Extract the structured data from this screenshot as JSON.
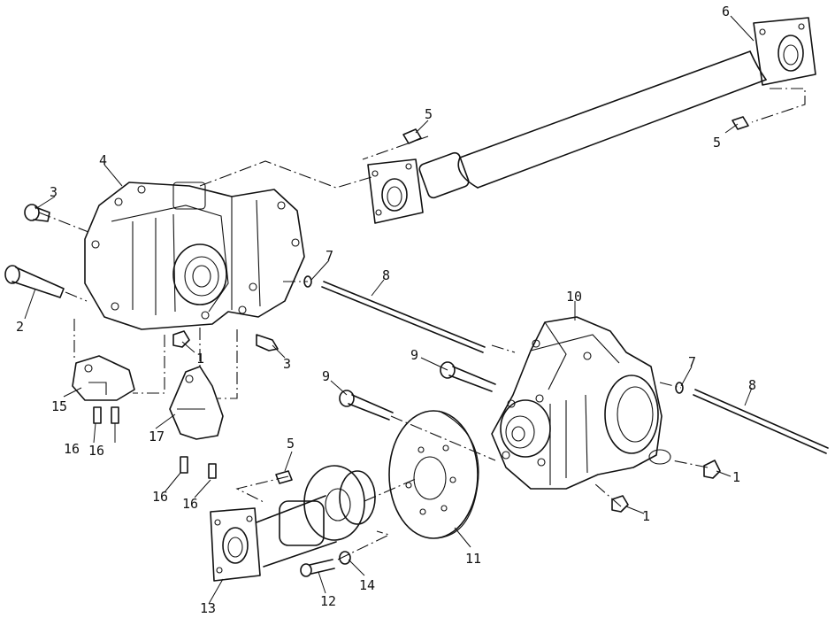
{
  "callouts": {
    "c1a": "1",
    "c1b": "1",
    "c1c": "1",
    "c2": "2",
    "c3a": "3",
    "c3b": "3",
    "c4": "4",
    "c5a": "5",
    "c5b": "5",
    "c5c": "5",
    "c6": "6",
    "c7a": "7",
    "c7b": "7",
    "c8a": "8",
    "c8b": "8",
    "c9a": "9",
    "c9b": "9",
    "c10": "10",
    "c11": "11",
    "c12": "12",
    "c13": "13",
    "c14": "14",
    "c15": "15",
    "c16a": "16",
    "c16b": "16",
    "c16c": "16",
    "c16d": "16",
    "c17": "17"
  }
}
